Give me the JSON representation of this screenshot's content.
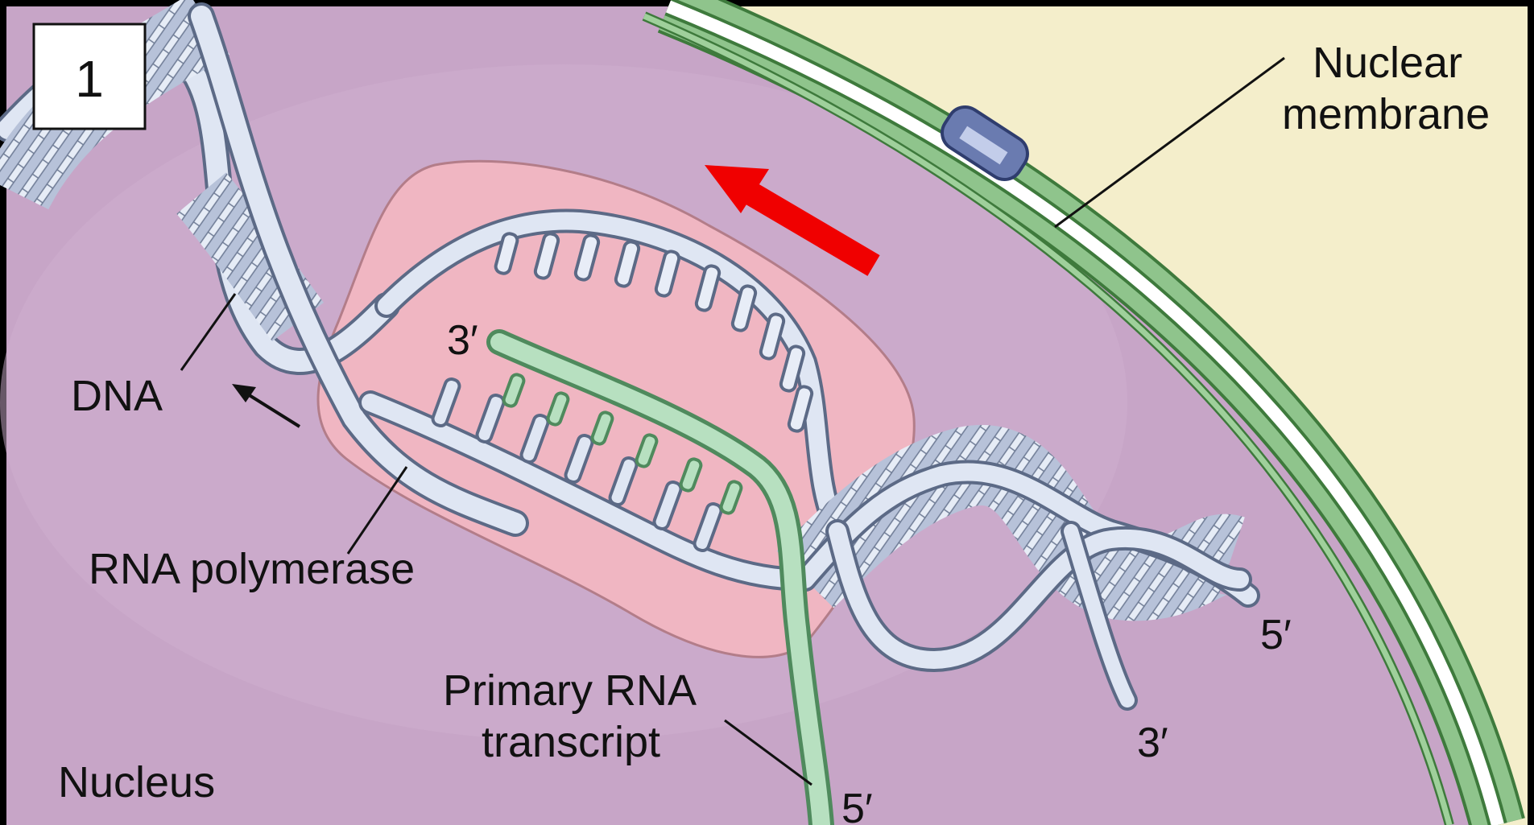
{
  "step_number": "1",
  "labels": {
    "dna": "DNA",
    "rna_polymerase": "RNA polymerase",
    "primary_rna_line1": "Primary RNA",
    "primary_rna_line2": "transcript",
    "nucleus": "Nucleus",
    "nuclear_membrane_line1": "Nuclear",
    "nuclear_membrane_line2": "membrane"
  },
  "strand_ends": {
    "rna_3prime": "3′",
    "rna_5prime": "5′",
    "dna_5prime": "5′",
    "dna_3prime": "3′"
  },
  "colors": {
    "nucleus": "#c9a9c9",
    "cytoplasm": "#f4eecb",
    "membrane": "#8fbf8c",
    "polymerase": "#f3b9c4",
    "dna": "#c9d3e6",
    "rna": "#a9d7b4",
    "direction_arrow": "#f00000"
  }
}
